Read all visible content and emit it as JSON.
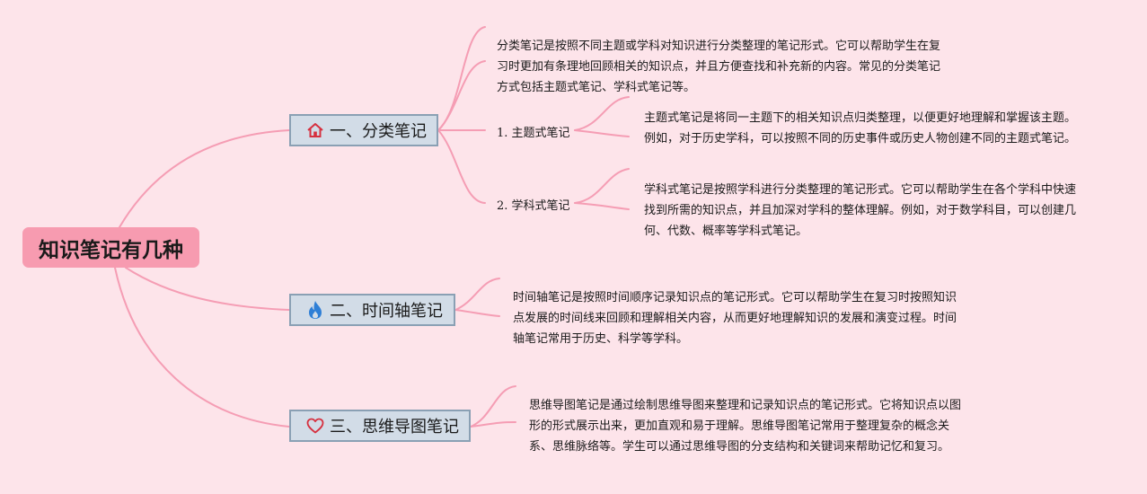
{
  "root": {
    "label": "知识笔记有几种"
  },
  "branches": [
    {
      "label": "一、分类笔记",
      "icon": "house-icon",
      "description": "分类笔记是按照不同主题或学科对知识进行分类整理的笔记形式。它可以帮助学生在复习时更加有条理地回顾相关的知识点，并且方便查找和补充新的内容。常见的分类笔记方式包括主题式笔记、学科式笔记等。",
      "children": [
        {
          "label": "1. 主题式笔记",
          "description": "主题式笔记是将同一主题下的相关知识点归类整理，以便更好地理解和掌握该主题。例如，对于历史学科，可以按照不同的历史事件或历史人物创建不同的主题式笔记。"
        },
        {
          "label": "2. 学科式笔记",
          "description": "学科式笔记是按照学科进行分类整理的笔记形式。它可以帮助学生在各个学科中快速找到所需的知识点，并且加深对学科的整体理解。例如，对于数学科目，可以创建几何、代数、概率等学科式笔记。"
        }
      ]
    },
    {
      "label": "二、时间轴笔记",
      "icon": "flame-icon",
      "description": "时间轴笔记是按照时间顺序记录知识点的笔记形式。它可以帮助学生在复习时按照知识点发展的时间线来回顾和理解相关内容，从而更好地理解知识的发展和演变过程。时间轴笔记常用于历史、科学等学科。"
    },
    {
      "label": "三、思维导图笔记",
      "icon": "heart-icon",
      "description": "思维导图笔记是通过绘制思维导图来整理和记录知识点的笔记形式。它将知识点以图形的形式展示出来，更加直观和易于理解。思维导图笔记常用于整理复杂的概念关系、思维脉络等。学生可以通过思维导图的分支结构和关键词来帮助记忆和复习。"
    }
  ],
  "colors": {
    "background": "#fde4ea",
    "connector": "#f59db4",
    "root_fill": "#f79bb0",
    "branch_fill": "#d2dce7",
    "branch_border": "#8aa0b4",
    "icon_red": "#d6303f",
    "icon_blue": "#2f7fd6"
  }
}
